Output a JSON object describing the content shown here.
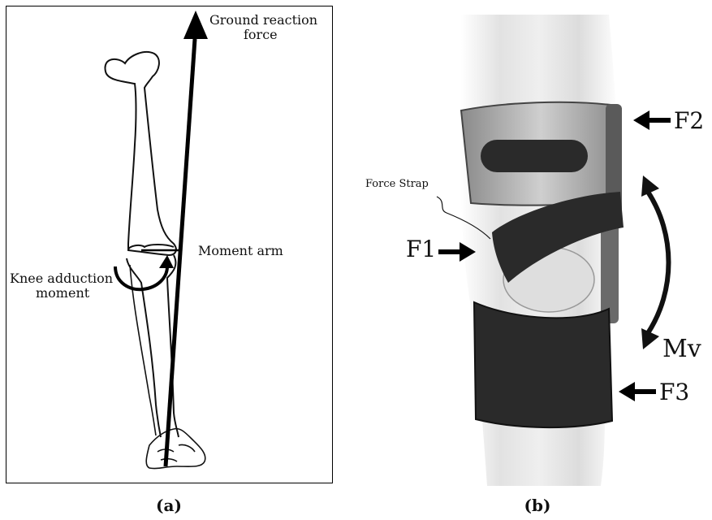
{
  "panel_a": {
    "caption": "(a)",
    "labels": {
      "ground_reaction_force_line1": "Ground reaction",
      "ground_reaction_force_line2": "force",
      "moment_arm": "Moment arm",
      "knee_adduction_line1": "Knee adduction",
      "knee_adduction_line2": "moment"
    }
  },
  "panel_b": {
    "caption": "(b)",
    "labels": {
      "force_strap": "Force Strap",
      "f1": "F1",
      "f2": "F2",
      "f3": "F3",
      "mv": "Mv"
    }
  },
  "colors": {
    "ink": "#111111",
    "brace_shell": "#b9b9b9",
    "strap_dark": "#2a2a2a",
    "skin": "#e6e6e6"
  }
}
